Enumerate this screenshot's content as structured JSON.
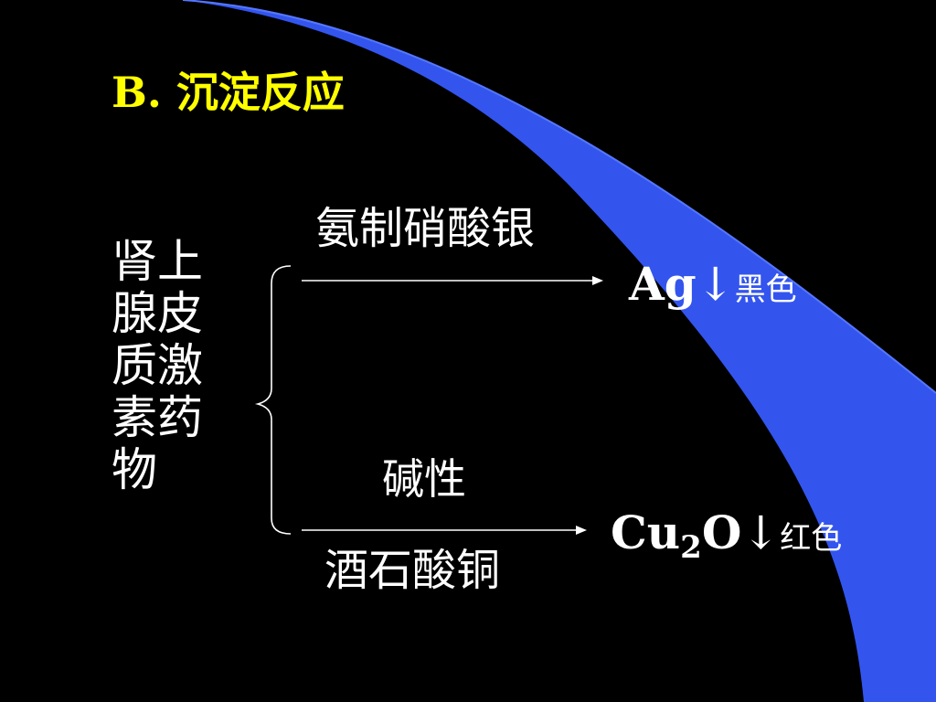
{
  "slide": {
    "title": "B.  沉淀反应",
    "title_label": "B.",
    "title_text": "沉淀反应",
    "subject": "肾上腺皮质激素药物",
    "reaction_top": {
      "reagent": "氨制硝酸银",
      "product_formula": "Ag",
      "precipitate_symbol": "↓",
      "color_note": "黑色"
    },
    "reaction_bottom": {
      "condition": "碱性",
      "reagent": "酒石酸铜",
      "product_formula_1": "Cu",
      "product_formula_sub": "2",
      "product_formula_2": "O",
      "precipitate_symbol": "↓",
      "color_note": "红色"
    }
  },
  "colors": {
    "background": "#000000",
    "accent_blue": "#3355ee",
    "title": "#ffff00",
    "text": "#ffffff"
  }
}
